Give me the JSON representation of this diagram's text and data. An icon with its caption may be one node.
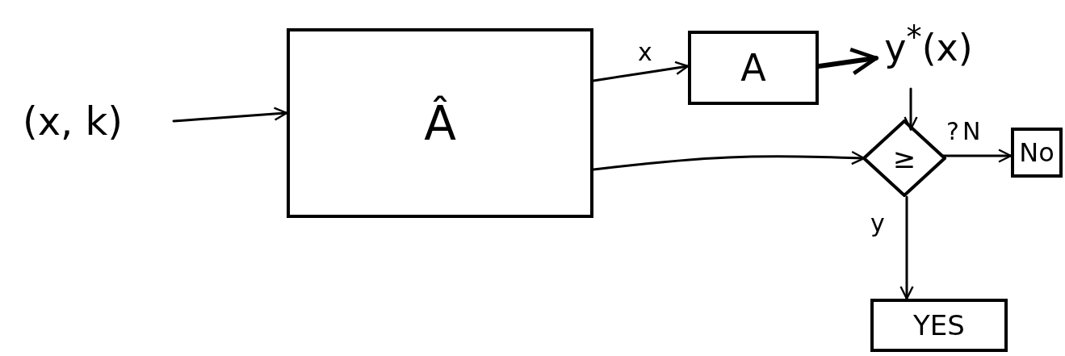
{
  "diagram": {
    "nodes": [
      {
        "text": [
          "(x, k)"
        ]
      },
      {
        "text": [
          "Â"
        ]
      },
      {
        "text": [
          "A"
        ]
      },
      {
        "text": [
          "y$^{*}$(x)"
        ]
      },
      {
        "text": [
          "≥"
        ]
      },
      {
        "text": [
          "No"
        ]
      },
      {
        "text": [
          "YES"
        ]
      }
    ],
    "edges": [
      {
        "from": 0,
        "to": 1,
        "arrow": "to"
      },
      {
        "from": 1,
        "to": 2,
        "arrow": "to",
        "label": "x"
      },
      {
        "from": 2,
        "to": 3,
        "arrow": "to",
        "style": "thick"
      },
      {
        "from": 3,
        "to": 4,
        "arrow": "to"
      },
      {
        "from": 1,
        "to": 4,
        "arrow": "to"
      },
      {
        "from": 4,
        "to": 5,
        "arrow": "to",
        "label": "N"
      },
      {
        "from": 4,
        "to": 6,
        "arrow": "to",
        "label": "y"
      }
    ],
    "labels": [
      "?"
    ]
  }
}
